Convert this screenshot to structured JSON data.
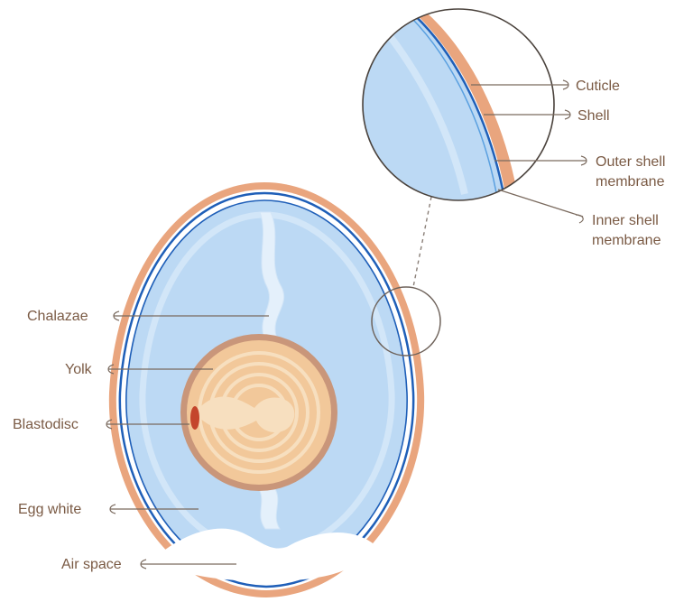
{
  "labels": {
    "chalazae": "Chalazae",
    "yolk": "Yolk",
    "blastodisc": "Blastodisc",
    "egg_white": "Egg white",
    "air_space": "Air space",
    "cuticle": "Cuticle",
    "shell": "Shell",
    "outer_membrane_line1": "Outer shell",
    "outer_membrane_line2": "membrane",
    "inner_membrane_line1": "Inner shell",
    "inner_membrane_line2": "membrane"
  },
  "colors": {
    "shell": "#e9a57e",
    "membrane": "#1f5fb8",
    "egg_white": "#bcd9f4",
    "yolk_outer": "#c9967a",
    "yolk_fill": "#f2c89a",
    "yolk_rings": "#f7dfbf",
    "blastodisc": "#c4452c",
    "text": "#7a5a44"
  }
}
